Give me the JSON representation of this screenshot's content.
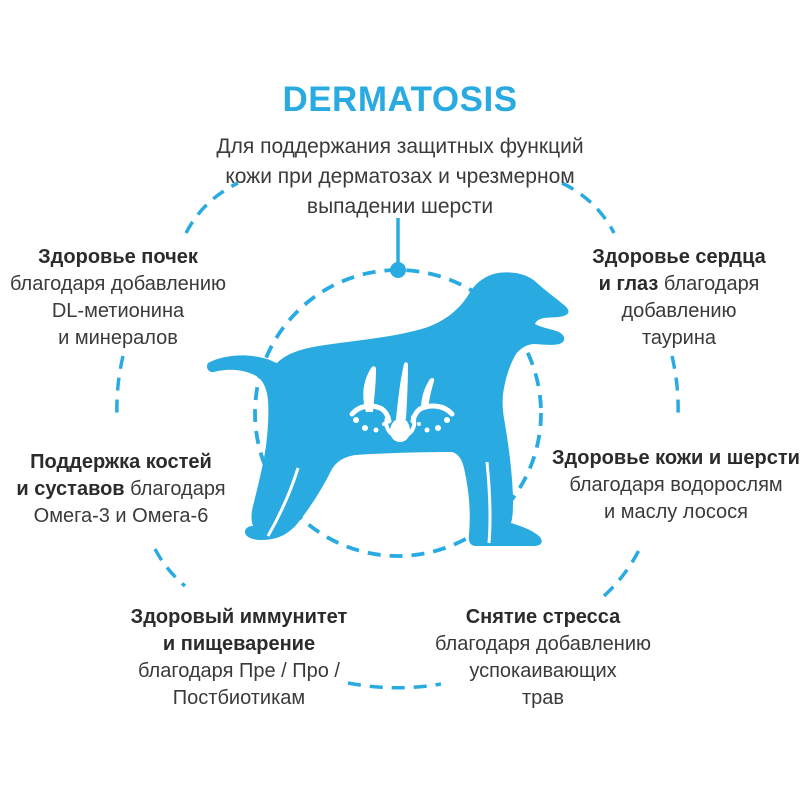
{
  "title": "DERMATOSIS",
  "subtitle": {
    "lines": [
      "Для поддержания защитных функций",
      "кожи при дерматозах и чрезмерном",
      "выпадении шерсти"
    ]
  },
  "benefits": {
    "kidneys": {
      "lines": [
        {
          "bold": "Здоровье почек"
        },
        {
          "regular": "благодаря добавлению"
        },
        {
          "regular": "DL-метионина"
        },
        {
          "regular": "и минералов"
        }
      ]
    },
    "heart": {
      "lines": [
        {
          "bold": "Здоровье сердца"
        },
        {
          "bold": "и глаз",
          "regular": " благодаря"
        },
        {
          "regular": "добавлению"
        },
        {
          "regular": "таурина"
        }
      ]
    },
    "bones": {
      "lines": [
        {
          "bold": "Поддержка костей"
        },
        {
          "bold": "и суставов",
          "regular": " благодаря"
        },
        {
          "regular": "Омега-3 и Омега-6"
        }
      ]
    },
    "skin": {
      "lines": [
        {
          "bold": "Здоровье кожи и шерсти"
        },
        {
          "regular": "благодаря водорослям"
        },
        {
          "regular": "и маслу лосося"
        }
      ]
    },
    "immunity": {
      "lines": [
        {
          "bold": "Здоровый иммунитет"
        },
        {
          "bold": "и пищеварение"
        },
        {
          "regular": "благодаря Пре / Про /"
        },
        {
          "regular": "Постбиотикам"
        }
      ]
    },
    "stress": {
      "lines": [
        {
          "bold": "Снятие стресса"
        },
        {
          "regular": "благодаря добавлению"
        },
        {
          "regular": "успокаивающих"
        },
        {
          "regular": "трав"
        }
      ]
    }
  },
  "icons": {
    "center": "dog-silhouette",
    "inside_dog": "hair-follicle-icon"
  },
  "colors": {
    "accent": "#29abe2",
    "text": "#3a3a3a"
  }
}
